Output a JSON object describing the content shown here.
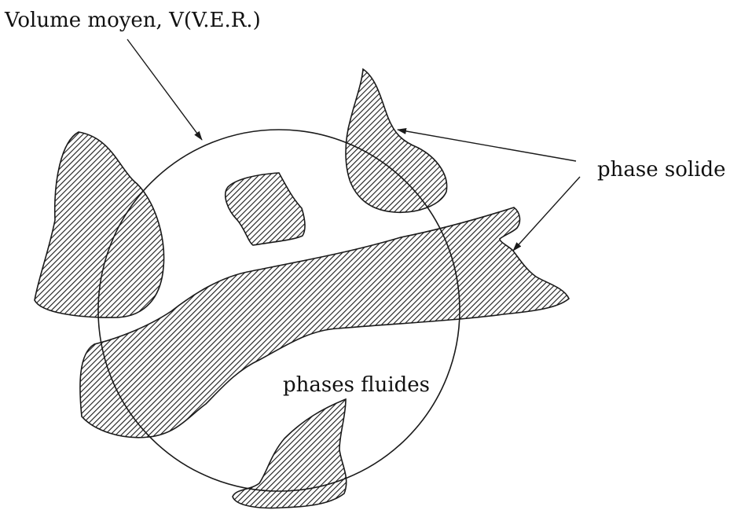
{
  "labels": {
    "rev": "Volume moyen, V(V.E.R.)",
    "solid": "phase solide",
    "fluid": "phases fluides"
  },
  "colors": {
    "ink": "#1a1a1a",
    "background": "#ffffff"
  }
}
